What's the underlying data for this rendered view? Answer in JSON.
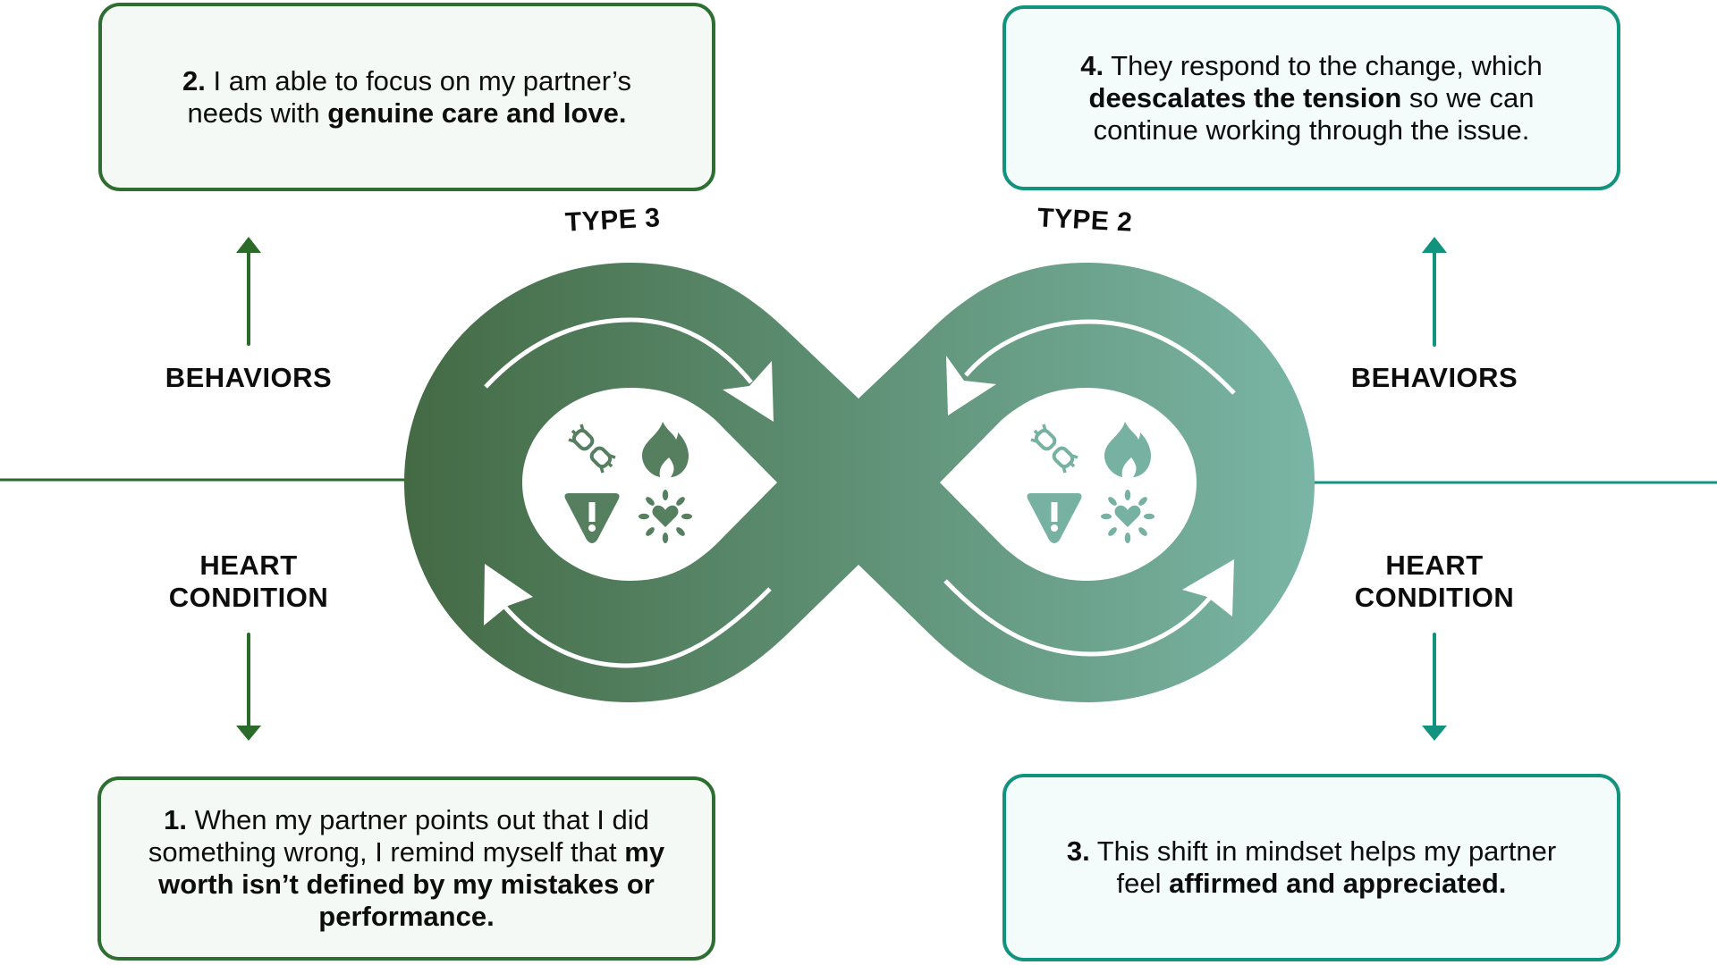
{
  "colors": {
    "left_accent": "#2a6b29",
    "right_accent": "#12937e",
    "loop_dark": "#446a44",
    "loop_light": "#7ab5a5",
    "icon_left": "#557f5f",
    "icon_right": "#76b1a1"
  },
  "loops": {
    "left": {
      "title": "TYPE 3",
      "direction": "clockwise"
    },
    "right": {
      "title": "TYPE 2",
      "direction": "counterclockwise"
    }
  },
  "icons": [
    "broken-link-icon",
    "flame-icon",
    "warning-icon",
    "heart-burst-icon"
  ],
  "left": {
    "behaviors_label": "BEHAVIORS",
    "heart_label_1": "HEART",
    "heart_label_2": "CONDITION"
  },
  "right": {
    "behaviors_label": "BEHAVIORS",
    "heart_label_1": "HEART",
    "heart_label_2": "CONDITION"
  },
  "steps": {
    "s1": {
      "num": "1.",
      "t1": " When my partner points out that I did something wrong, I remind myself that ",
      "b1": "my worth isn’t defined by my mistakes or performance."
    },
    "s2": {
      "num": "2.",
      "t1": " I am able to focus on my partner’s needs with ",
      "b1": "genuine care and love."
    },
    "s3": {
      "num": "3.",
      "t1": " This shift in mindset helps my partner feel ",
      "b1": "affirmed and appreciated."
    },
    "s4": {
      "num": "4.",
      "t1": " They respond to the change, which ",
      "b1": "deescalates the tension",
      "t2": " so we can continue working through the issue."
    }
  }
}
